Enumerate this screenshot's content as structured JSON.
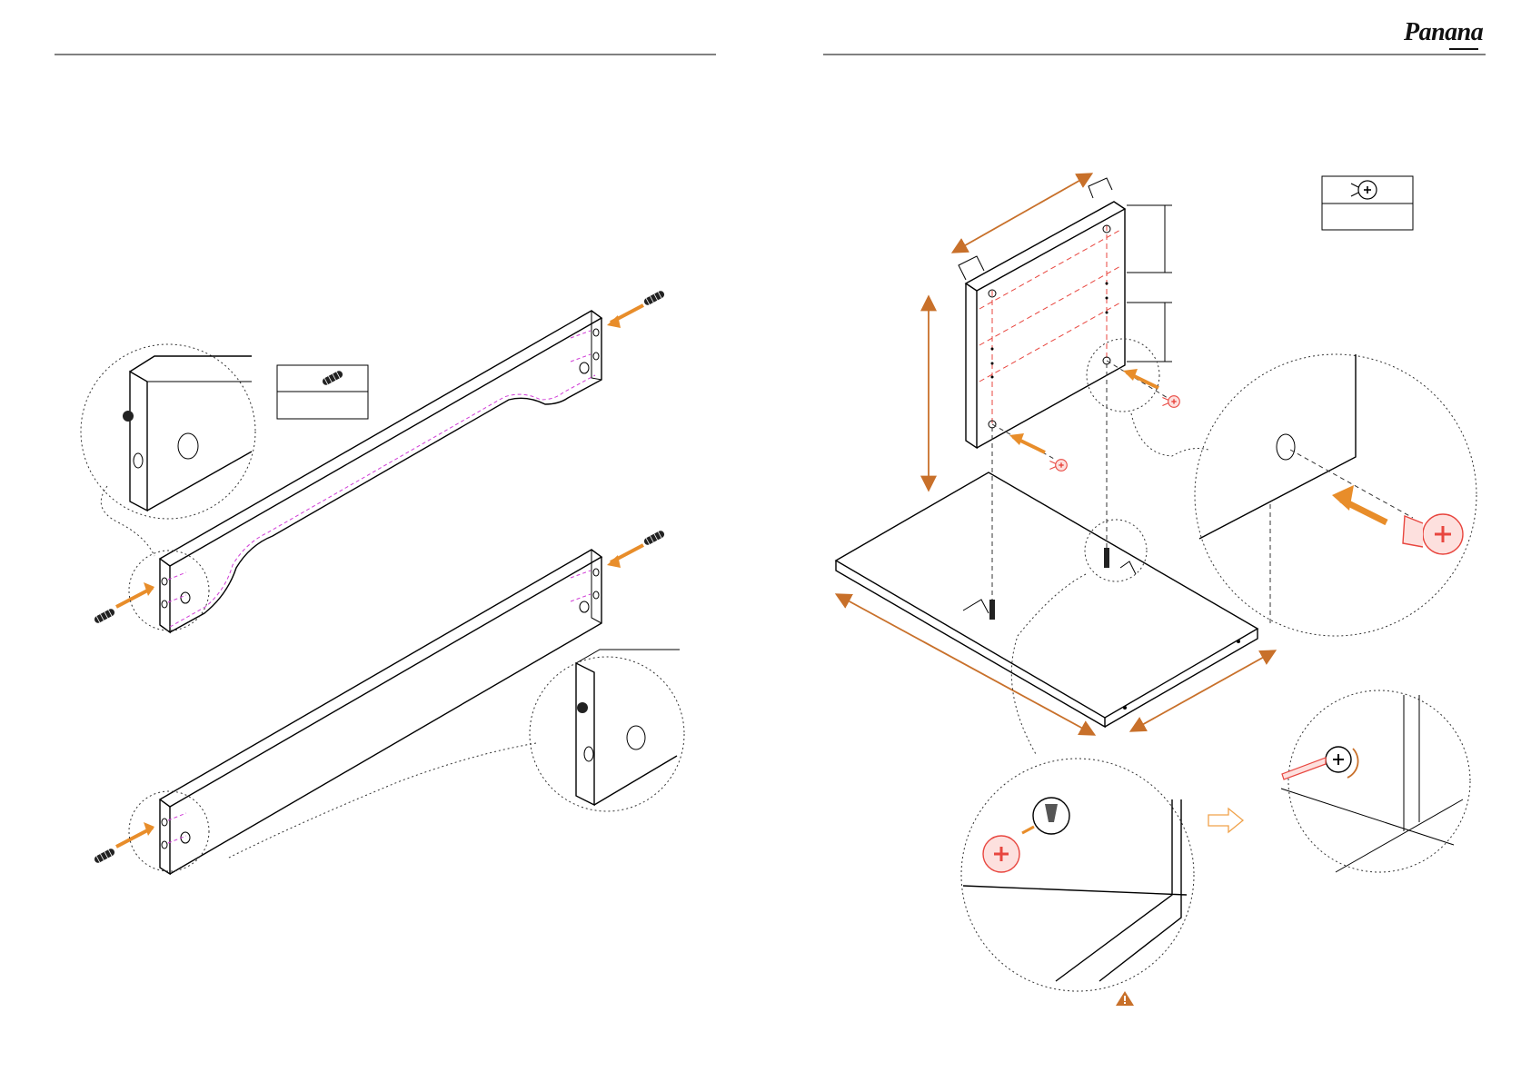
{
  "brand": {
    "logo_text": "Panana",
    "accent_color": "#e88d2a",
    "dimension_color": "#c8702a",
    "fitting_color": "#e8463f",
    "guide_color": "#d03cd6"
  },
  "icons": {
    "dowel": "dowel-icon",
    "cam_lock": "cam-lock-icon",
    "warning": "warning-icon",
    "next_step": "outline-arrow-icon",
    "screwdriver": "screwdriver-icon"
  },
  "parts": {
    "left_table": {
      "part": "dowel",
      "quantity": ""
    },
    "right_table": {
      "part": "cam-lock",
      "quantity": ""
    }
  }
}
